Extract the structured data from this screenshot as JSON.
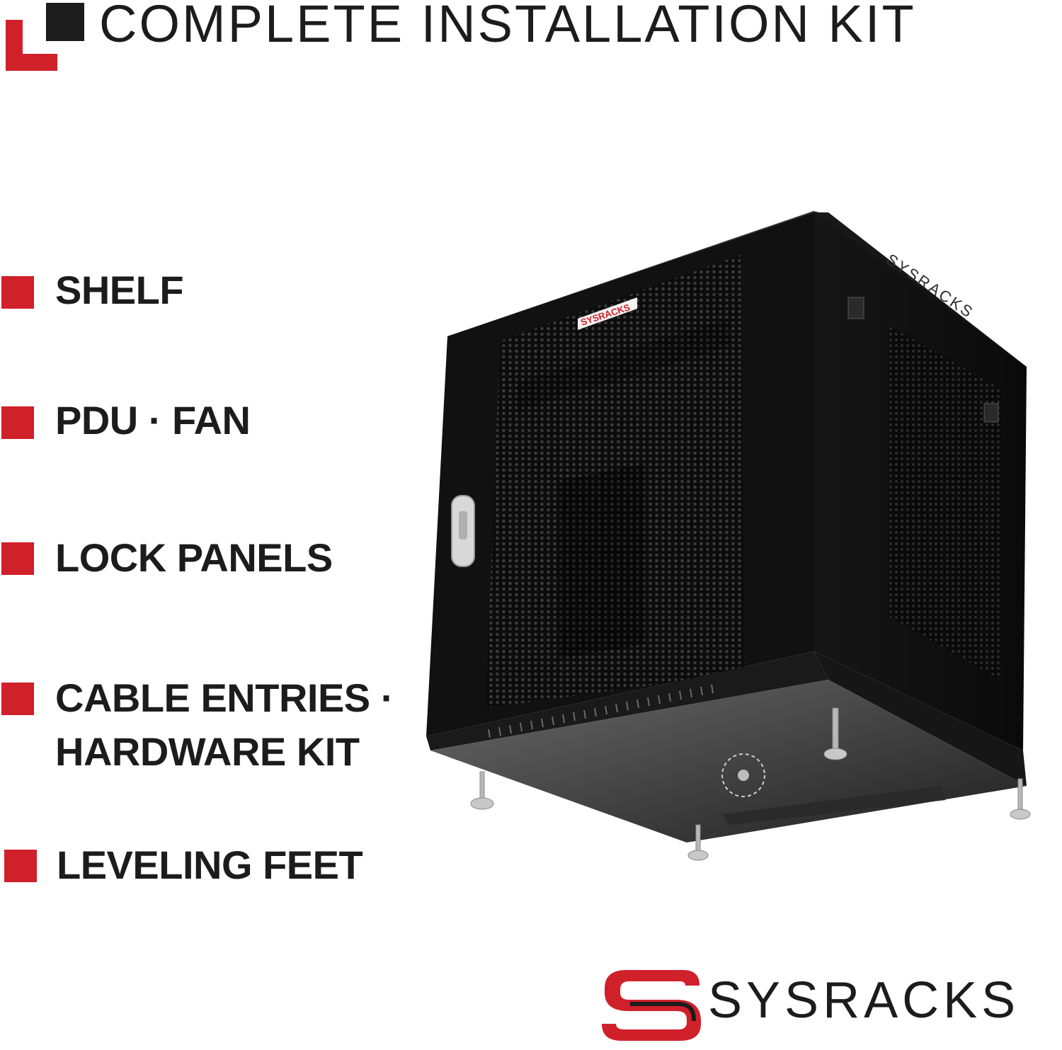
{
  "header": {
    "title": "COMPLETE INSTALLATION KIT"
  },
  "features": [
    {
      "label": "SHELF"
    },
    {
      "label": "PDU · FAN"
    },
    {
      "label": "LOCK PANELS"
    },
    {
      "label": "CABLE ENTRIES ·",
      "label_line2": "HARDWARE KIT"
    },
    {
      "label": "LEVELING FEET"
    }
  ],
  "product": {
    "door_logo": "SYSRACKS",
    "side_logo": "SYSRACKS"
  },
  "brand": {
    "name": "SYSRACKS"
  },
  "colors": {
    "accent": "#d0202a",
    "text": "#1c1c1c",
    "cabinet": "#141414"
  }
}
